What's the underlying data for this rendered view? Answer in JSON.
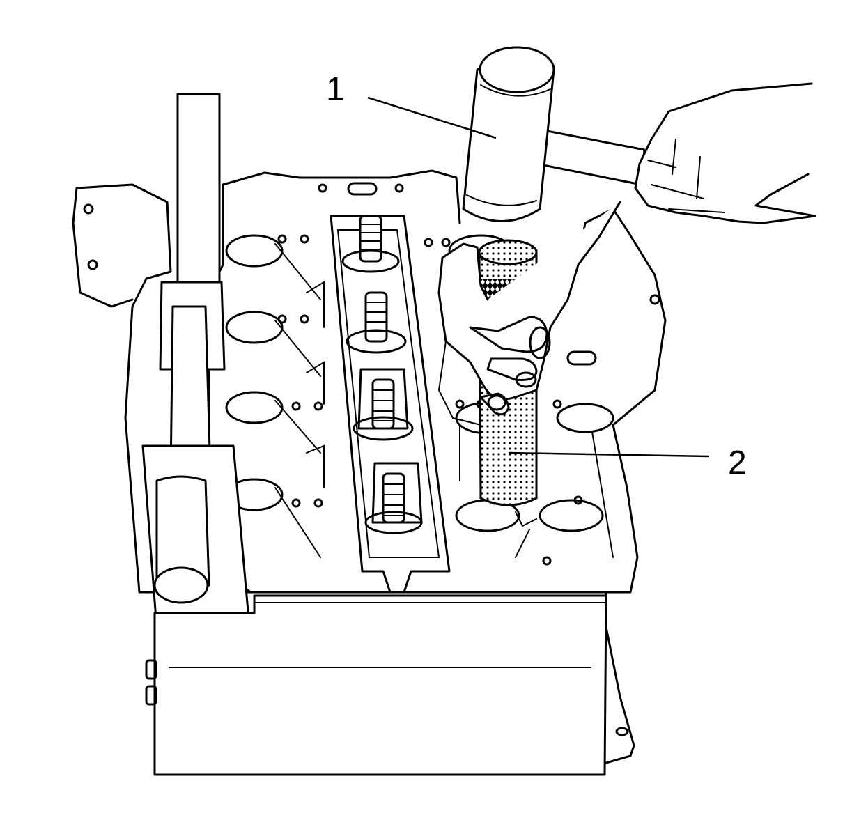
{
  "figure": {
    "callouts": [
      {
        "id": "1",
        "label": "1",
        "part": "mallet"
      },
      {
        "id": "2",
        "label": "2",
        "part": "installer-tool"
      }
    ]
  }
}
